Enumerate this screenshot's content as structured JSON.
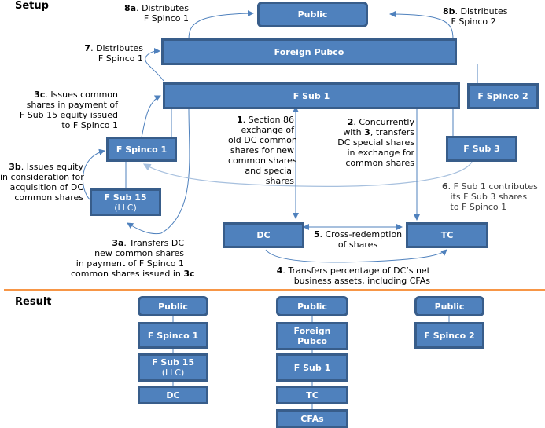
{
  "sections": {
    "setup": "Setup",
    "result": "Result"
  },
  "setup": {
    "entities": {
      "public": "Public",
      "foreign_pubco": "Foreign Pubco",
      "f_sub_1": "F Sub 1",
      "f_spinco_2": "F Spinco 2",
      "f_spinco_1": "F Spinco 1",
      "f_sub_3": "F Sub 3",
      "f_sub_15": "F Sub 15",
      "f_sub_15_sub": "(LLC)",
      "dc": "DC",
      "tc": "TC"
    },
    "steps": {
      "s8a": {
        "num": "8a",
        "lines": [
          "Distributes",
          "F Spinco 1"
        ]
      },
      "s8b": {
        "num": "8b",
        "lines": [
          "Distributes",
          "F Spinco 2"
        ]
      },
      "s7": {
        "num": "7",
        "lines": [
          "Distributes",
          "F Spinco 1"
        ]
      },
      "s3c": {
        "num": "3c",
        "lines": [
          "Issues common",
          "shares in payment of",
          "F Sub 15 equity issued",
          "to F Spinco 1"
        ]
      },
      "s3b": {
        "num": "3b",
        "lines": [
          "Issues equity",
          "in consideration for",
          "acquisition of DC",
          "common shares"
        ]
      },
      "s3a": {
        "num": "3a",
        "lines": [
          "Transfers DC",
          "new common shares",
          "in payment of F Spinco 1",
          "common shares issued in"
        ],
        "ref": "3c"
      },
      "s1": {
        "num": "1",
        "lines": [
          "Section 86",
          "exchange of",
          "old DC common",
          "shares for new",
          "common shares",
          "and special",
          "shares"
        ]
      },
      "s2": {
        "num": "2",
        "pre": "Concurrently",
        "with": "with",
        "ref": "3",
        "lines": [
          "transfers",
          "DC special shares",
          "in exchange for",
          "common shares"
        ]
      },
      "s6": {
        "num": "6",
        "lines": [
          "F Sub 1 contributes",
          "its F Sub 3 shares",
          "to F Spinco 1"
        ]
      },
      "s5": {
        "num": "5",
        "lines": [
          "Cross-redemption",
          "of shares"
        ]
      },
      "s4": {
        "num": "4",
        "lines": [
          "Transfers percentage of DC’s net",
          "business assets, including CFAs"
        ]
      }
    }
  },
  "result": {
    "col1": {
      "public": "Public",
      "f_spinco_1": "F Spinco 1",
      "f_sub_15": "F Sub 15",
      "f_sub_15_sub": "(LLC)",
      "dc": "DC"
    },
    "col2": {
      "public": "Public",
      "foreign_pubco_1": "Foreign",
      "foreign_pubco_2": "Pubco",
      "f_sub_1": "F Sub 1",
      "tc": "TC",
      "cfas": "CFAs"
    },
    "col3": {
      "public": "Public",
      "f_spinco_2": "F Spinco 2"
    }
  },
  "colors": {
    "box_fill": "#4f81bd",
    "box_border": "#385d8a",
    "arrow": "#4f81bd",
    "arrow_light": "#a7c0de",
    "divider": "#f79646"
  }
}
